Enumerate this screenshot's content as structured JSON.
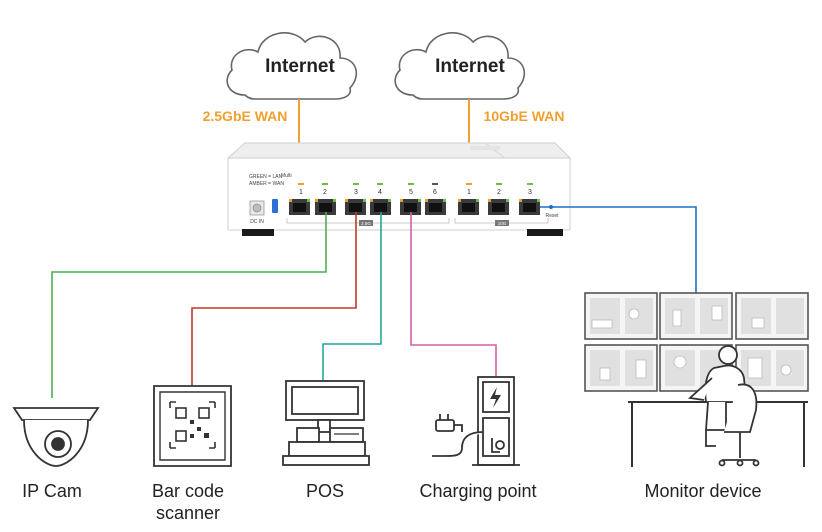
{
  "clouds": [
    {
      "label": "Internet"
    },
    {
      "label": "Internet"
    }
  ],
  "wan": {
    "left_label": "2.5GbE WAN",
    "right_label": "10GbE WAN",
    "color": "#f0a030"
  },
  "switch": {
    "legend_line1": "GREEN = LAN",
    "legend_line2": "AMBER = WAN",
    "multi_label": "Multi",
    "port_labels_left": [
      "1",
      "2",
      "3",
      "4",
      "5",
      "6"
    ],
    "port_labels_right": [
      "1",
      "2",
      "3"
    ],
    "dc_label": "DC IN",
    "reset_label": "Reset",
    "group_label_left": "2.5G",
    "group_label_right": "10G"
  },
  "devices": [
    {
      "label": "IP Cam",
      "icon": "security-camera-icon",
      "line_color": "#4caf50"
    },
    {
      "label_line1": "Bar code",
      "label_line2": "scanner",
      "icon": "qr-scanner-icon",
      "line_color": "#c0392b"
    },
    {
      "label": "POS",
      "icon": "pos-terminal-icon",
      "line_color": "#26a69a"
    },
    {
      "label": "Charging point",
      "icon": "ev-charger-icon",
      "line_color": "#d65fa8"
    },
    {
      "label": "Monitor device",
      "icon": "surveillance-monitor-icon",
      "line_color": "#1e6fc8"
    }
  ]
}
